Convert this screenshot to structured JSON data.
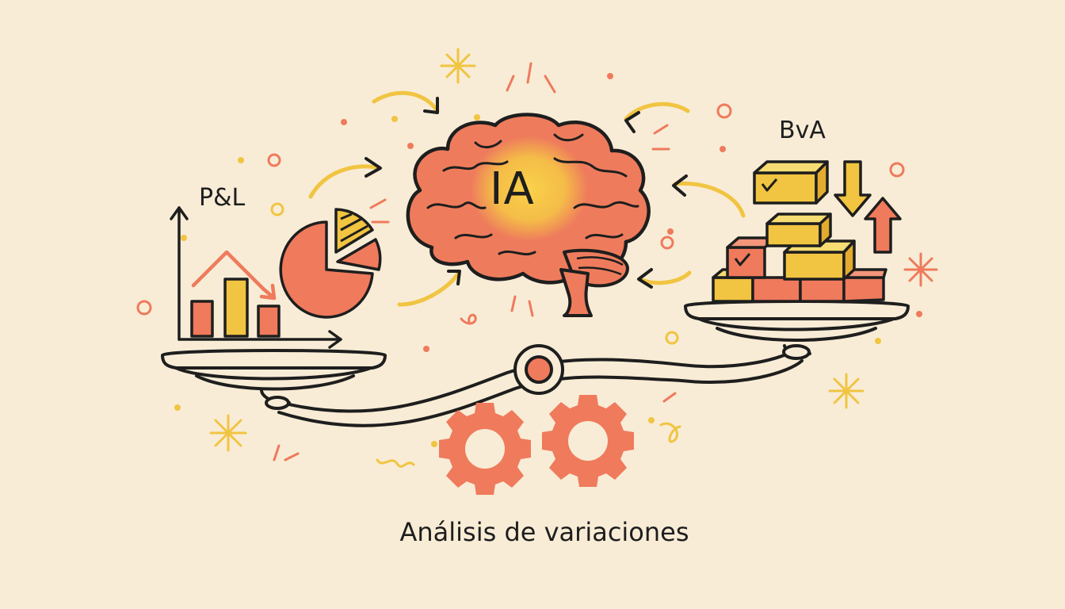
{
  "labels": {
    "pl": "P&L",
    "bva": "BvA",
    "ia": "IA",
    "caption": "Análisis de variaciones"
  },
  "colors": {
    "background": "#f8ecd6",
    "ink": "#1e1e1e",
    "coral": "#ef7a5c",
    "yellow": "#f1c441",
    "yellow_light": "#f6dc72",
    "brain": "#ee7c5c"
  },
  "icons": [
    "bar-chart-icon",
    "pie-chart-icon",
    "brain-icon",
    "balance-scale-icon",
    "gear-icon",
    "stacked-boxes-icon",
    "down-arrow-icon",
    "up-arrow-icon",
    "checkmark-icon",
    "sparkle-icon"
  ]
}
